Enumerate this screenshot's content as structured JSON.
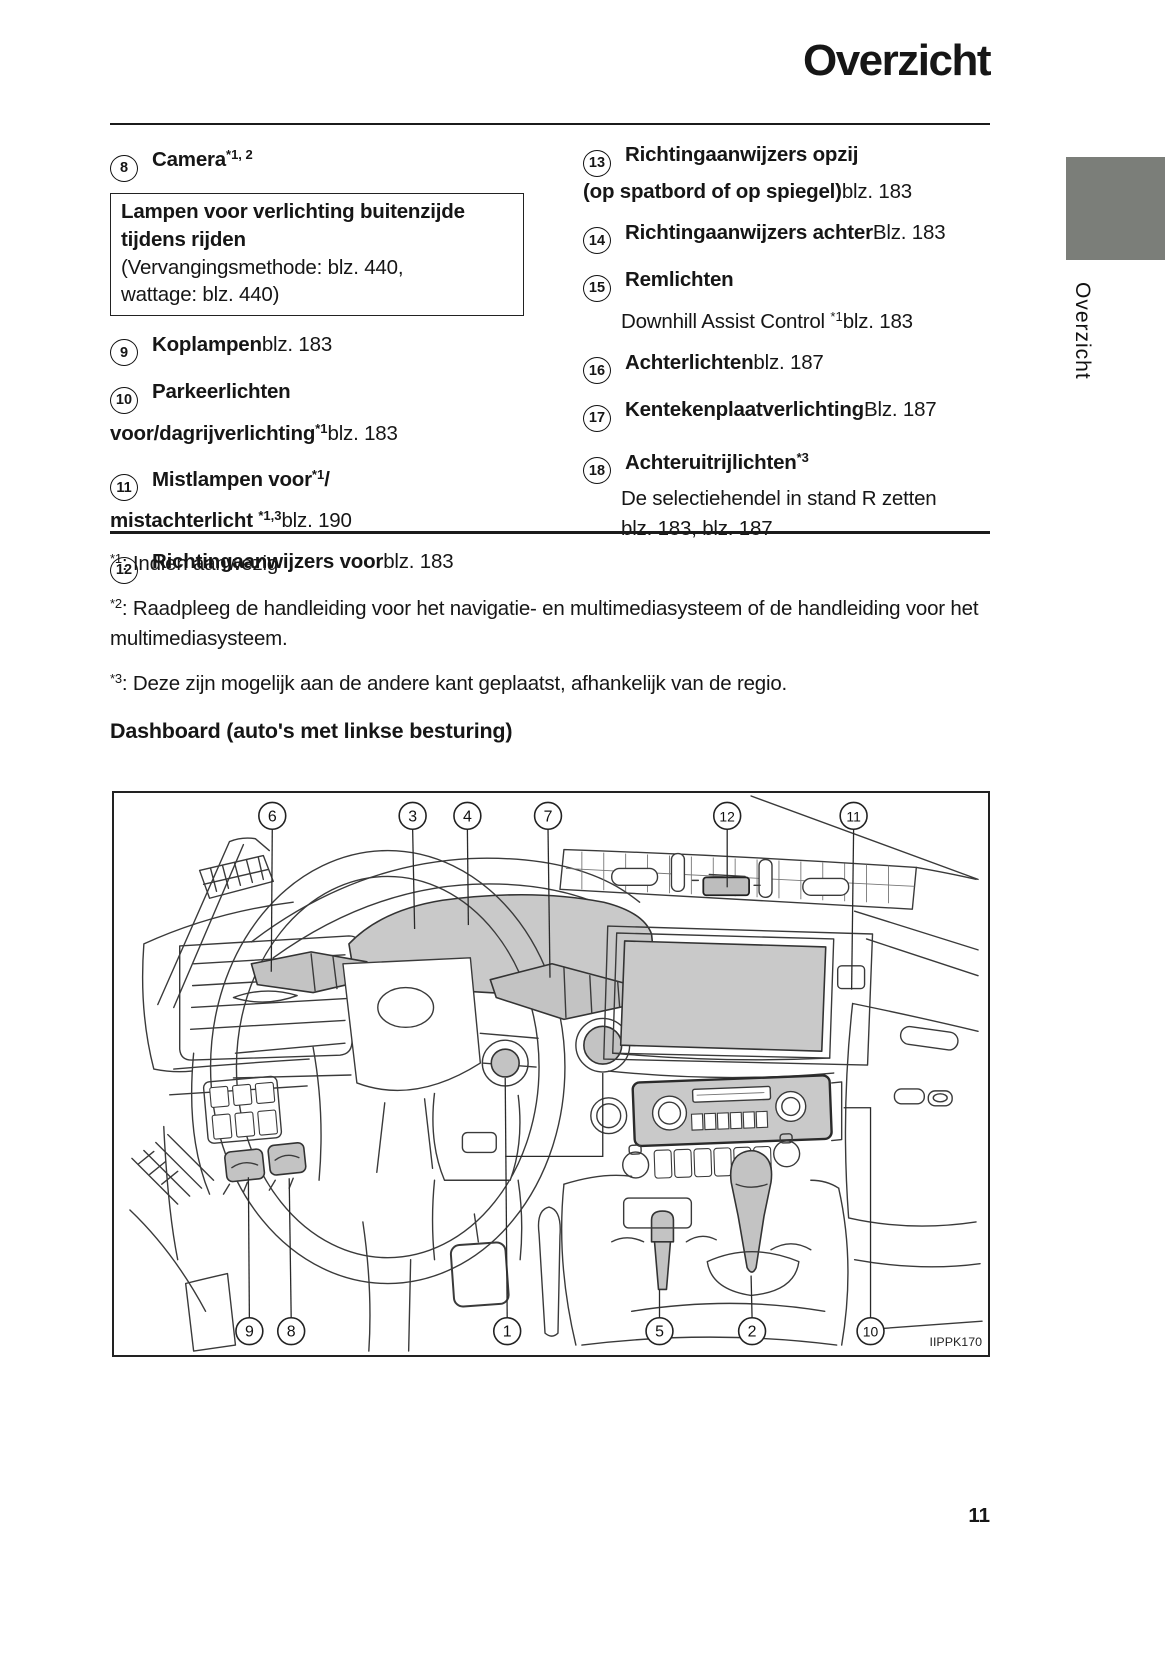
{
  "page": {
    "title": "Overzicht",
    "side_tab_label": "Overzicht",
    "section_heading": "Dashboard (auto's met linkse besturing)",
    "page_number": "11"
  },
  "colors": {
    "tab_gray": "#7b7e79",
    "diagram_fill_gray": "#c9c9c9",
    "text": "#161616"
  },
  "legend": {
    "left": [
      {
        "num": "8",
        "lines": [
          [
            {
              "t": "Camera",
              "b": true
            },
            {
              "t": "*1, 2",
              "b": true,
              "sup": true
            }
          ]
        ]
      },
      {
        "box": {
          "bold_lines": [
            "Lampen voor verlichting buitenzijde",
            "tijdens rijden"
          ],
          "lines": [
            "(Vervangingsmethode: blz. 440,",
            "wattage: blz. 440)"
          ]
        }
      },
      {
        "num": "9",
        "lines": [
          [
            {
              "t": "Koplampen",
              "b": true
            },
            {
              "t": "blz. 183"
            }
          ]
        ]
      },
      {
        "num": "10",
        "lines": [
          [
            {
              "t": "Parkeerlichten",
              "b": true
            }
          ],
          [
            {
              "t": "voor/dagrijverlichting",
              "b": true
            },
            {
              "t": "*1",
              "b": true,
              "sup": true
            },
            {
              "t": "blz. 183"
            }
          ]
        ]
      },
      {
        "num": "11",
        "lines": [
          [
            {
              "t": "Mistlampen voor",
              "b": true
            },
            {
              "t": "*1",
              "b": true,
              "sup": true
            },
            {
              "t": "/",
              "b": true
            }
          ],
          [
            {
              "t": "mistachterlicht ",
              "b": true
            },
            {
              "t": "*1,3",
              "b": true,
              "sup": true
            },
            {
              "t": "blz. 190"
            }
          ]
        ]
      },
      {
        "num": "12",
        "lines": [
          [
            {
              "t": "Richtingaanwijzers voor",
              "b": true
            },
            {
              "t": "blz. 183"
            }
          ]
        ]
      }
    ],
    "right": [
      {
        "num": "13",
        "lines": [
          [
            {
              "t": "Richtingaanwijzers opzij",
              "b": true
            }
          ],
          [
            {
              "t": "(op spatbord of op spiegel)",
              "b": true
            },
            {
              "t": "blz. 183"
            }
          ]
        ]
      },
      {
        "num": "14",
        "lines": [
          [
            {
              "t": "Richtingaanwijzers achter",
              "b": true
            },
            {
              "t": "Blz. 183"
            }
          ]
        ]
      },
      {
        "num": "15",
        "lines": [
          [
            {
              "t": "Remlichten",
              "b": true
            }
          ]
        ],
        "sub": [
          [
            {
              "t": "Downhill Assist Control "
            },
            {
              "t": "*1",
              "sup": true
            },
            {
              "t": "blz. 183"
            }
          ]
        ]
      },
      {
        "num": "16",
        "lines": [
          [
            {
              "t": "Achterlichten",
              "b": true
            },
            {
              "t": "blz. 187"
            }
          ]
        ]
      },
      {
        "num": "17",
        "lines": [
          [
            {
              "t": "Kentekenplaatverlichting",
              "b": true
            },
            {
              "t": "Blz. 187"
            }
          ]
        ]
      },
      {
        "num": "18",
        "lines": [
          [
            {
              "t": "Achteruitrijlichten",
              "b": true
            },
            {
              "t": "*3",
              "b": true,
              "sup": true
            }
          ]
        ],
        "sub": [
          [
            {
              "t": "De selectiehendel in stand R zetten"
            }
          ],
          [
            {
              "t": "blz. 183, blz. 187"
            }
          ]
        ]
      }
    ]
  },
  "footnotes": [
    {
      "marker": "*1",
      "text": ": Indien aanwezig"
    },
    {
      "marker": "*2",
      "text": ": Raadpleeg de handleiding voor het navigatie- en multimediasysteem of de handleiding voor het multimediasysteem."
    },
    {
      "marker": "*3",
      "text": ": Deze zijn mogelijk aan de andere kant geplaatst, afhankelijk van de regio."
    }
  ],
  "diagram": {
    "callout_labels": [
      "6",
      "3",
      "4",
      "7",
      "12",
      "11",
      "9",
      "8",
      "1",
      "5",
      "2",
      "10"
    ],
    "figure_code": "IIPPK170"
  }
}
